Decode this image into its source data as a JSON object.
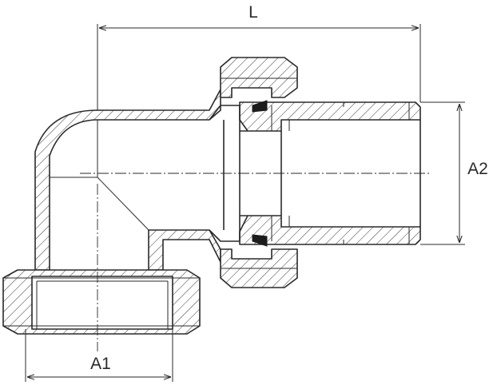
{
  "drawing": {
    "dimensions": {
      "length_label": "L",
      "outlet_diameter_label": "A2",
      "inlet_diameter_label": "A1"
    }
  }
}
